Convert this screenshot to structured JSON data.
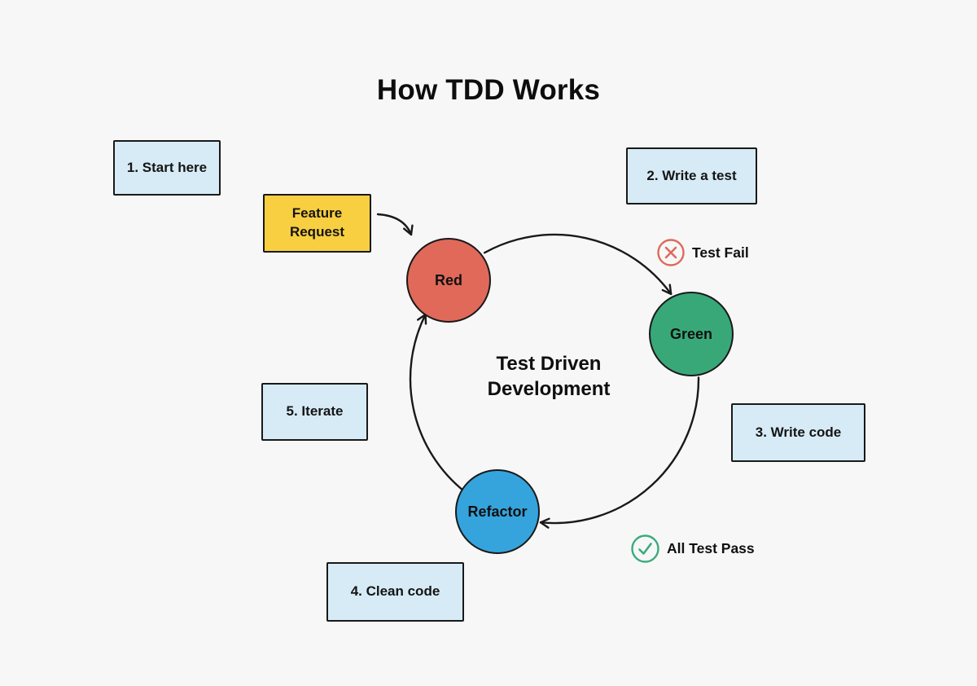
{
  "title": "How TDD Works",
  "steps": {
    "start_here": "1. Start here",
    "write_test": "2. Write a test",
    "write_code": "3. Write code",
    "clean_code": "4. Clean code",
    "iterate": "5. Iterate"
  },
  "nodes": {
    "feature_request": "Feature Request",
    "red": "Red",
    "green": "Green",
    "refactor": "Refactor"
  },
  "center_label": {
    "line1": "Test Driven",
    "line2": "Development"
  },
  "badges": {
    "test_fail": {
      "label": "Test Fail",
      "icon": "x-circle-icon"
    },
    "all_test_pass": {
      "label": "All Test Pass",
      "icon": "check-circle-icon"
    }
  },
  "colors": {
    "background": "#f7f7f7",
    "box_fill": "#d7ebf6",
    "feature_fill": "#f8cf40",
    "red_node": "#e0695a",
    "green_node": "#38a878",
    "refactor_node": "#35a4dc",
    "stroke": "#191919",
    "fail_accent": "#dd6a5c",
    "pass_accent": "#3baa7c"
  }
}
